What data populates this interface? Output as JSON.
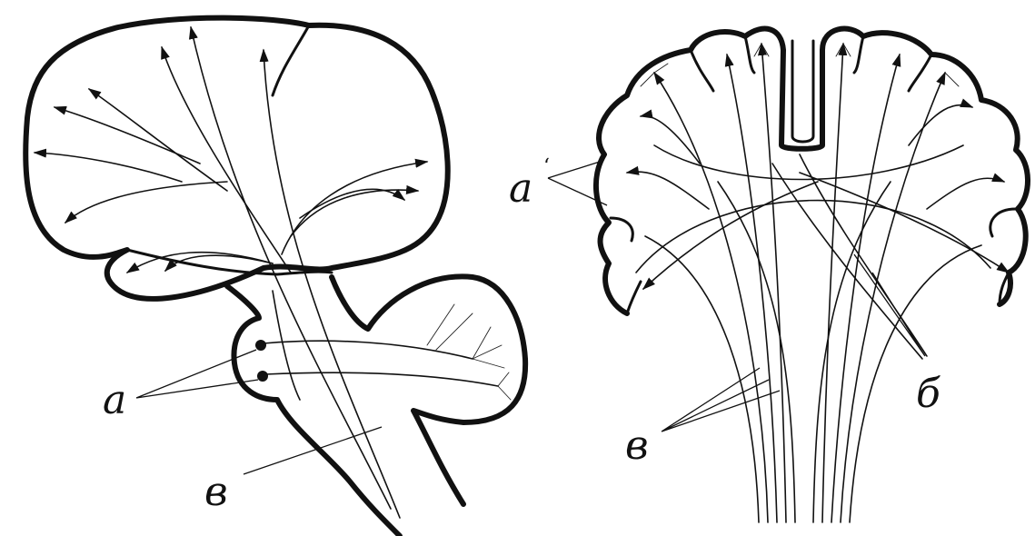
{
  "labels": {
    "left_a": "a",
    "left_v": "в",
    "right_a": "a",
    "right_b": "б",
    "right_v": "в"
  },
  "colors": {
    "ink": "#111111",
    "background": "#ffffff"
  }
}
